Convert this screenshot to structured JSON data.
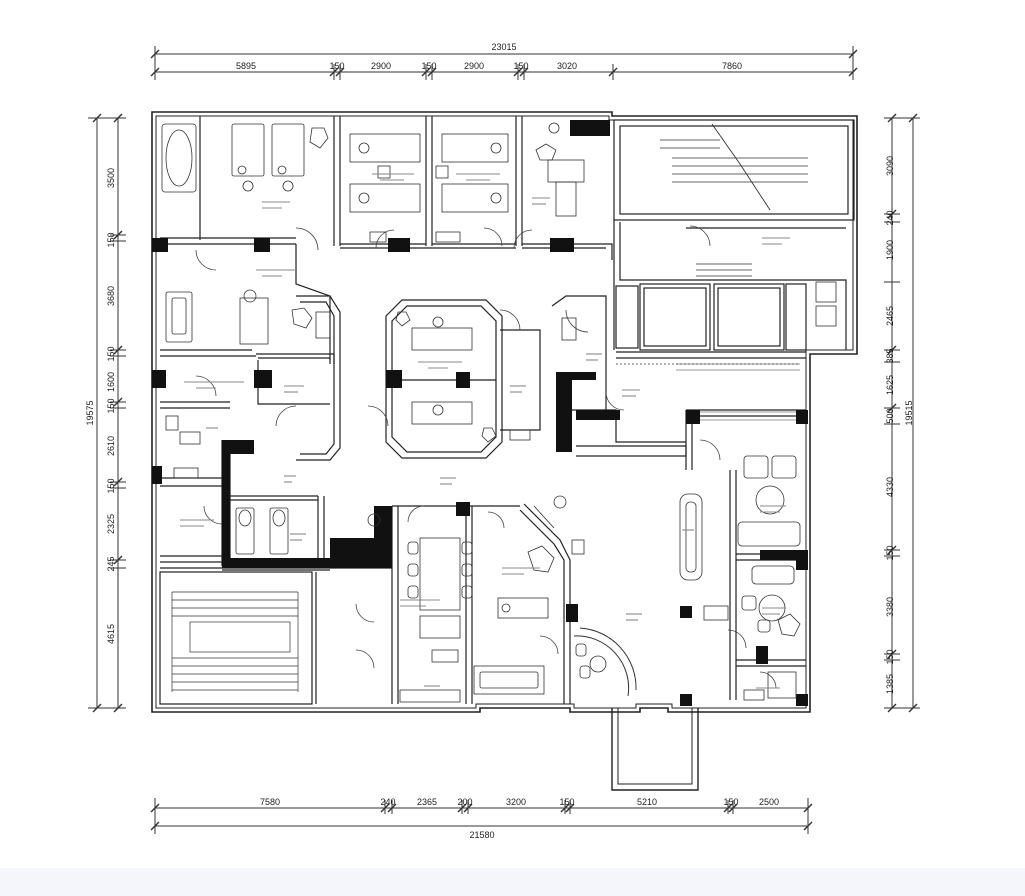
{
  "diagram": {
    "type": "architectural floor plan",
    "colors": {
      "line": "#222222",
      "wall": "#111111",
      "dim": "#333333",
      "background": "#ffffff"
    }
  },
  "dimensions": {
    "top_total": "23015",
    "top_segments": [
      "5895",
      "150",
      "2900",
      "150",
      "2900",
      "150",
      "3020",
      "7860"
    ],
    "bottom_total": "21580",
    "bottom_segments": [
      "7580",
      "240",
      "2365",
      "200",
      "3200",
      "150",
      "5210",
      "150",
      "2500"
    ],
    "left_total": "19575",
    "left_segments": [
      "3500",
      "150",
      "3680",
      "150",
      "1600",
      "150",
      "2610",
      "150",
      "2325",
      "245",
      "4615"
    ],
    "right_total": "19515",
    "right_segments": [
      "3090",
      "240",
      "1900",
      "2465",
      "385",
      "1625",
      "500",
      "4330",
      "150",
      "3380",
      "150",
      "1385"
    ]
  }
}
